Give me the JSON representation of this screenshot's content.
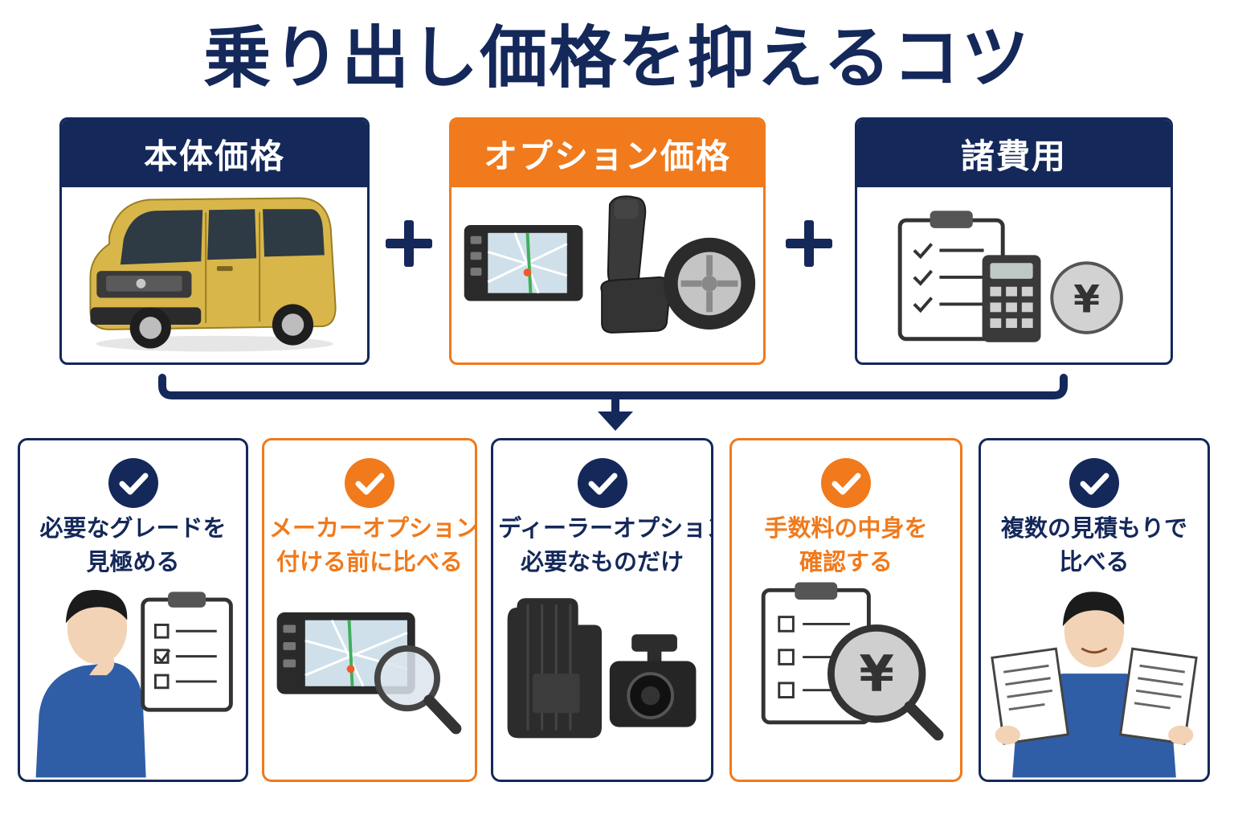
{
  "title": "乗り出し価格を抑えるコツ",
  "colors": {
    "navy": "#14285a",
    "orange": "#f07a1c"
  },
  "components": [
    {
      "label": "本体価格",
      "accent": "navy",
      "icon": "car-icon"
    },
    {
      "label": "オプション価格",
      "accent": "orange",
      "icon": "navigation-seat-wheel-icon"
    },
    {
      "label": "諸費用",
      "accent": "navy",
      "icon": "checklist-calculator-yen-icon"
    }
  ],
  "operator": "+",
  "tips": [
    {
      "line1": "必要なグレードを",
      "line2": "見極める",
      "accent": "navy",
      "icon": "thinking-person-checklist-icon"
    },
    {
      "line1": "メーカーオプションは",
      "line2": "付ける前に比べる",
      "accent": "orange",
      "icon": "navigation-magnifier-icon"
    },
    {
      "line1": "ディーラーオプションは",
      "line2": "必要なものだけ",
      "accent": "navy",
      "icon": "floor-mat-dashcam-icon"
    },
    {
      "line1": "手数料の中身を",
      "line2": "確認する",
      "accent": "orange",
      "icon": "checklist-yen-magnifier-icon"
    },
    {
      "line1": "複数の見積もりで",
      "line2": "比べる",
      "accent": "navy",
      "icon": "person-comparing-documents-icon"
    }
  ]
}
